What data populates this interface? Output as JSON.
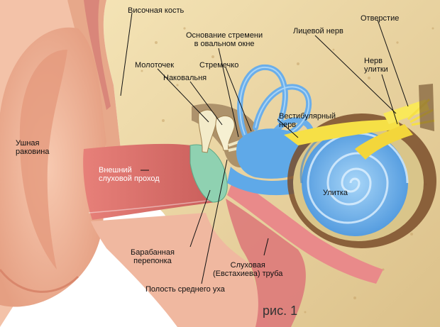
{
  "labels": {
    "temporal_bone": "Височная кость",
    "stapes_base": "Основание стремени\nв овальном окне",
    "facial_nerve": "Лицевой нерв",
    "opening": "Отверстие",
    "malleus": "Молоточек",
    "stapes": "Стремечко",
    "incus": "Наковальня",
    "cochlear_nerve": "Нерв\nулитки",
    "vestibular_nerve": "Вестибулярный\nнерв",
    "auricle": "Ушная\nраковина",
    "external_canal": "Внешний\nслуховой проход",
    "cochlea": "Улитка",
    "eardrum": "Барабанная\nперепонка",
    "eustachian_tube": "Слуховая\n(Евстахиева) труба",
    "middle_ear_cavity": "Полость среднего уха"
  },
  "caption": "рис. 1",
  "colors": {
    "skin": "#f1b79e",
    "skin_dark": "#d98f73",
    "bone": "#eed9a4",
    "bone_dark": "#c9a566",
    "canal": "#de6f6a",
    "eardrum": "#8fd1b1",
    "inner_ear": "#5fa9e8",
    "inner_ear_light": "#9fd2f7",
    "nerve": "#f6e046",
    "mucosa": "#e98a8a",
    "brown": "#8a5a2e"
  }
}
